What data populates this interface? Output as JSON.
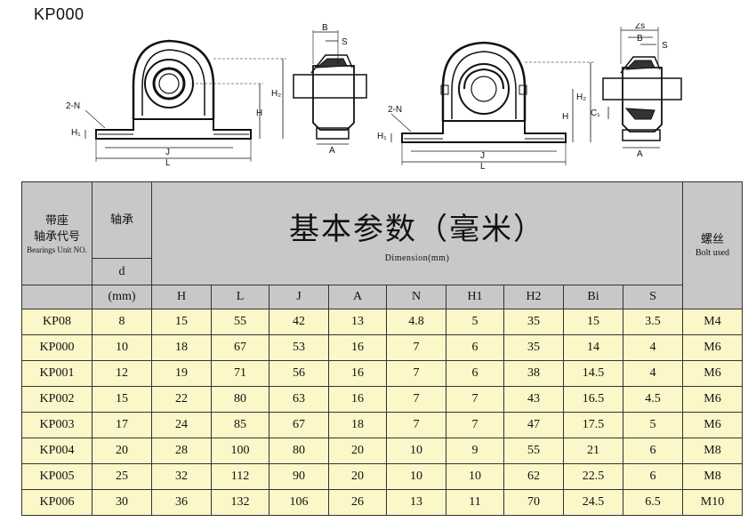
{
  "title": "KP000",
  "drawings": {
    "left_view": {
      "h2": "H₂",
      "h": "H",
      "n": "2-N",
      "h1": "H₁",
      "j": "J",
      "l": "L"
    },
    "left_side": {
      "b": "B",
      "s": "S",
      "a": "A"
    },
    "right_view": {
      "h2": "H₂",
      "h": "H",
      "n": "2-N",
      "h1": "H₁",
      "j": "J",
      "l": "L"
    },
    "right_side": {
      "zs": "Zs",
      "b": "B",
      "s": "S",
      "c1": "C₁",
      "a": "A"
    }
  },
  "table": {
    "unit_cn": "带座\n轴承代号",
    "unit_en": "Bearings Unit NO.",
    "bearing_cn": "轴承",
    "d_label": "d",
    "mm_label": "(mm)",
    "main_title_cn": "基本参数（毫米）",
    "main_title_en": "Dimension(mm)",
    "bolt_cn": "螺丝",
    "bolt_en": "Bolt used",
    "columns": [
      "H",
      "L",
      "J",
      "A",
      "N",
      "H1",
      "H2",
      "Bi",
      "S"
    ],
    "rows": [
      {
        "no": "KP08",
        "d": "8",
        "vals": [
          "15",
          "55",
          "42",
          "13",
          "4.8",
          "5",
          "35",
          "15",
          "3.5"
        ],
        "bolt": "M4"
      },
      {
        "no": "KP000",
        "d": "10",
        "vals": [
          "18",
          "67",
          "53",
          "16",
          "7",
          "6",
          "35",
          "14",
          "4"
        ],
        "bolt": "M6"
      },
      {
        "no": "KP001",
        "d": "12",
        "vals": [
          "19",
          "71",
          "56",
          "16",
          "7",
          "6",
          "38",
          "14.5",
          "4"
        ],
        "bolt": "M6"
      },
      {
        "no": "KP002",
        "d": "15",
        "vals": [
          "22",
          "80",
          "63",
          "16",
          "7",
          "7",
          "43",
          "16.5",
          "4.5"
        ],
        "bolt": "M6"
      },
      {
        "no": "KP003",
        "d": "17",
        "vals": [
          "24",
          "85",
          "67",
          "18",
          "7",
          "7",
          "47",
          "17.5",
          "5"
        ],
        "bolt": "M6"
      },
      {
        "no": "KP004",
        "d": "20",
        "vals": [
          "28",
          "100",
          "80",
          "20",
          "10",
          "9",
          "55",
          "21",
          "6"
        ],
        "bolt": "M8"
      },
      {
        "no": "KP005",
        "d": "25",
        "vals": [
          "32",
          "112",
          "90",
          "20",
          "10",
          "10",
          "62",
          "22.5",
          "6"
        ],
        "bolt": "M8"
      },
      {
        "no": "KP006",
        "d": "30",
        "vals": [
          "36",
          "132",
          "106",
          "26",
          "13",
          "11",
          "70",
          "24.5",
          "6.5"
        ],
        "bolt": "M10"
      }
    ]
  }
}
